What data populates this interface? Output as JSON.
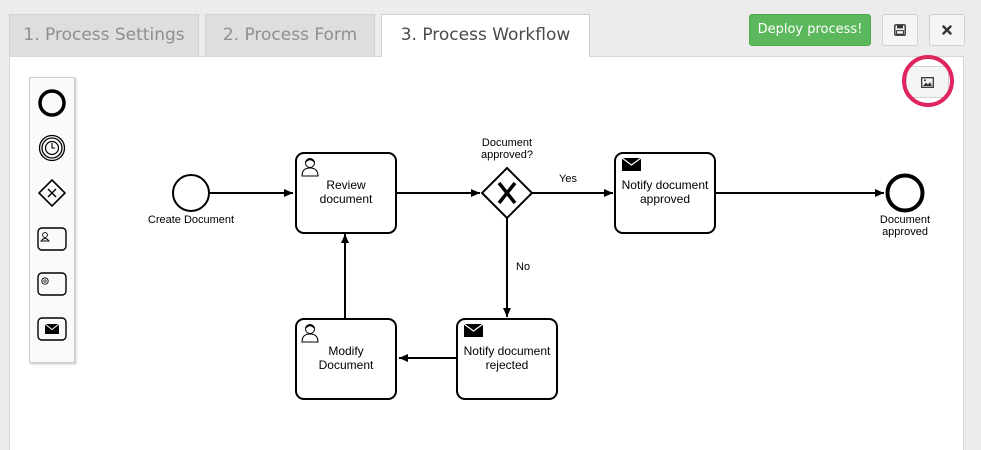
{
  "tabs": [
    {
      "label": "1. Process Settings",
      "active": false
    },
    {
      "label": "2. Process Form",
      "active": false
    },
    {
      "label": "3. Process Workflow",
      "active": true
    }
  ],
  "toolbar": {
    "deploy_label": "Deploy process!",
    "deploy_color": "#5cb85c",
    "save_icon": "floppy-disk-icon",
    "close_icon": "close-icon",
    "image_icon": "image-icon"
  },
  "palette": [
    "end-event-icon",
    "timer-event-icon",
    "gateway-icon",
    "user-task-icon",
    "service-task-icon",
    "message-task-icon"
  ],
  "diagram": {
    "start_event": "Create Document",
    "review_task": [
      "Review",
      "document"
    ],
    "gateway_label": [
      "Document",
      "approved?"
    ],
    "flow_yes": "Yes",
    "flow_no": "No",
    "notify_approved_task": [
      "Notify document",
      "approved"
    ],
    "notify_rejected_task": [
      "Notify document",
      "rejected"
    ],
    "modify_task": [
      "Modify",
      "Document"
    ],
    "end_event": [
      "Document",
      "approved"
    ]
  },
  "highlight_color": "#e0245e"
}
